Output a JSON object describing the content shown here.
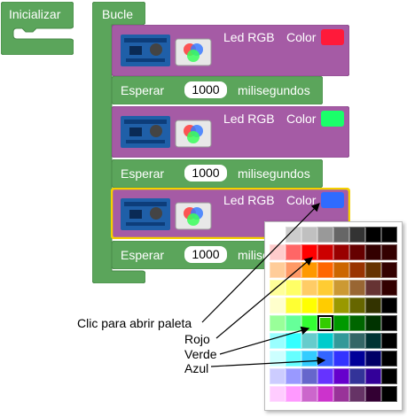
{
  "blocks": {
    "init": {
      "label": "Inicializar",
      "color": "#5ba55b"
    },
    "loop": {
      "label": "Bucle",
      "color": "#5ba55b"
    },
    "steps": [
      {
        "type": "led",
        "label": "Led RGB",
        "color_label": "Color",
        "swatch": "#ff1a3a"
      },
      {
        "type": "wait",
        "label": "Esperar",
        "value": "1000",
        "unit": "milisegundos"
      },
      {
        "type": "led",
        "label": "Led RGB",
        "color_label": "Color",
        "swatch": "#1aff6a"
      },
      {
        "type": "wait",
        "label": "Esperar",
        "value": "1000",
        "unit": "milisegundos"
      },
      {
        "type": "led",
        "label": "Led RGB",
        "color_label": "Color",
        "swatch": "#2f6bff",
        "selected": true
      },
      {
        "type": "wait",
        "label": "Esperar",
        "value": "1000",
        "unit": "milisegundos"
      }
    ],
    "purple": "#a55ba5",
    "purple_dark": "#8a4a8a",
    "green": "#5ba55b",
    "green_dark": "#4a8a4a",
    "highlight": "#f5d000"
  },
  "palette": {
    "columns": 8,
    "selected_index": 43,
    "colors": [
      "#ffffff",
      "#cccccc",
      "#c0c0c0",
      "#999999",
      "#666666",
      "#333333",
      "#000000",
      "#000000",
      "#ffcccc",
      "#ff6666",
      "#ff0000",
      "#cc0000",
      "#990000",
      "#660000",
      "#330000",
      "#330000",
      "#ffcc99",
      "#ff9966",
      "#ff9900",
      "#ff6600",
      "#cc6600",
      "#993300",
      "#663300",
      "#330000",
      "#ffff99",
      "#ffff66",
      "#ffcc66",
      "#ffcc33",
      "#cc9933",
      "#996633",
      "#663333",
      "#330000",
      "#ffffcc",
      "#ffff33",
      "#ffff00",
      "#ffcc00",
      "#999900",
      "#666600",
      "#333300",
      "#000000",
      "#99ff99",
      "#66ff99",
      "#33ff33",
      "#33cc00",
      "#009900",
      "#006600",
      "#003300",
      "#000000",
      "#99ffff",
      "#33ffff",
      "#66cccc",
      "#00cccc",
      "#339999",
      "#336666",
      "#003333",
      "#000000",
      "#ccffff",
      "#66ffff",
      "#33ccff",
      "#3366ff",
      "#3333ff",
      "#000099",
      "#000066",
      "#000000",
      "#ccccff",
      "#9999ff",
      "#6666cc",
      "#6633ff",
      "#6600cc",
      "#333399",
      "#330099",
      "#000000",
      "#ffccff",
      "#ff99ff",
      "#cc66cc",
      "#cc33cc",
      "#993399",
      "#663366",
      "#330033",
      "#000000"
    ]
  },
  "annotations": {
    "click_palette": "Clic para abrir paleta",
    "red": "Rojo",
    "green": "Verde",
    "blue": "Azul"
  }
}
